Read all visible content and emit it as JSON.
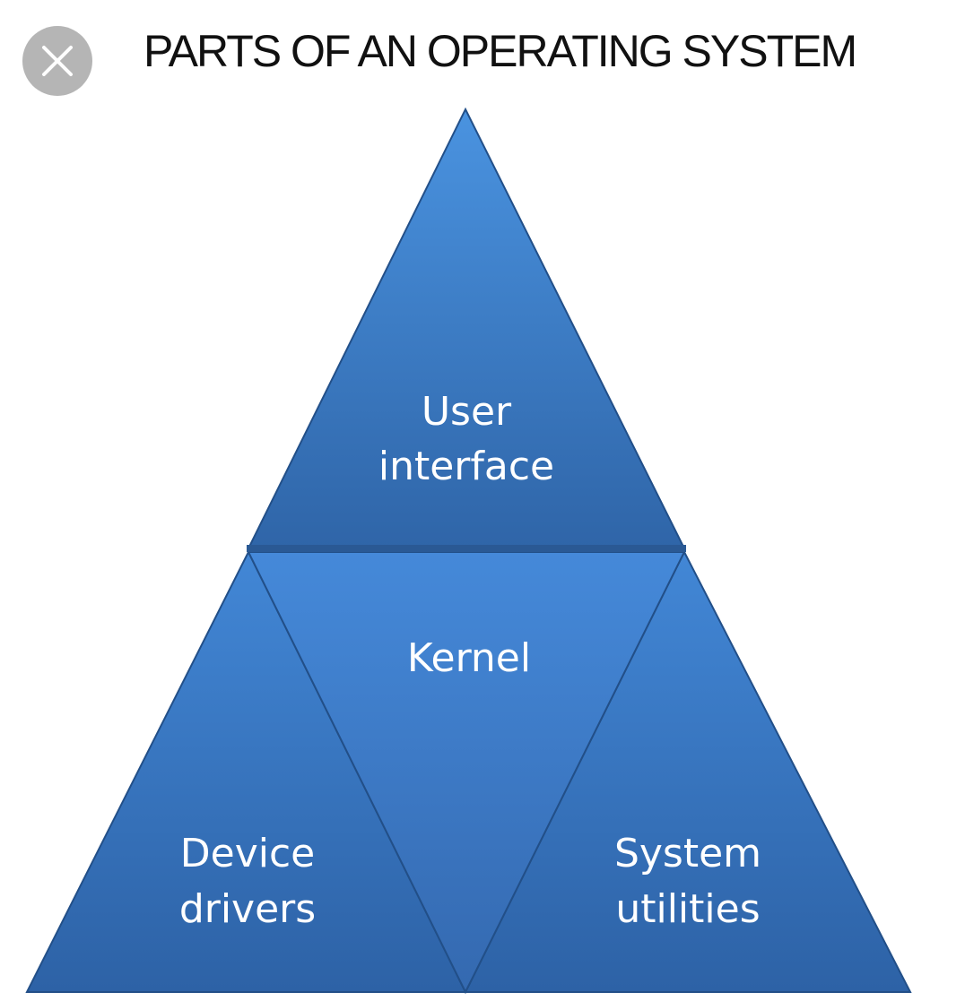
{
  "close_icon": "close-icon",
  "title": "PARTS OF AN OPERATING SYSTEM",
  "diagram": {
    "type": "pyramid",
    "segments": {
      "top": [
        "User",
        "interface"
      ],
      "center": [
        "Kernel"
      ],
      "left": [
        "Device",
        "drivers"
      ],
      "right": [
        "System",
        "utilities"
      ]
    }
  },
  "colors": {
    "fill_light": "#3f86d4",
    "fill_dark": "#2f66ac",
    "edge": "#224f88",
    "close_bg": "#b5b5b5"
  }
}
